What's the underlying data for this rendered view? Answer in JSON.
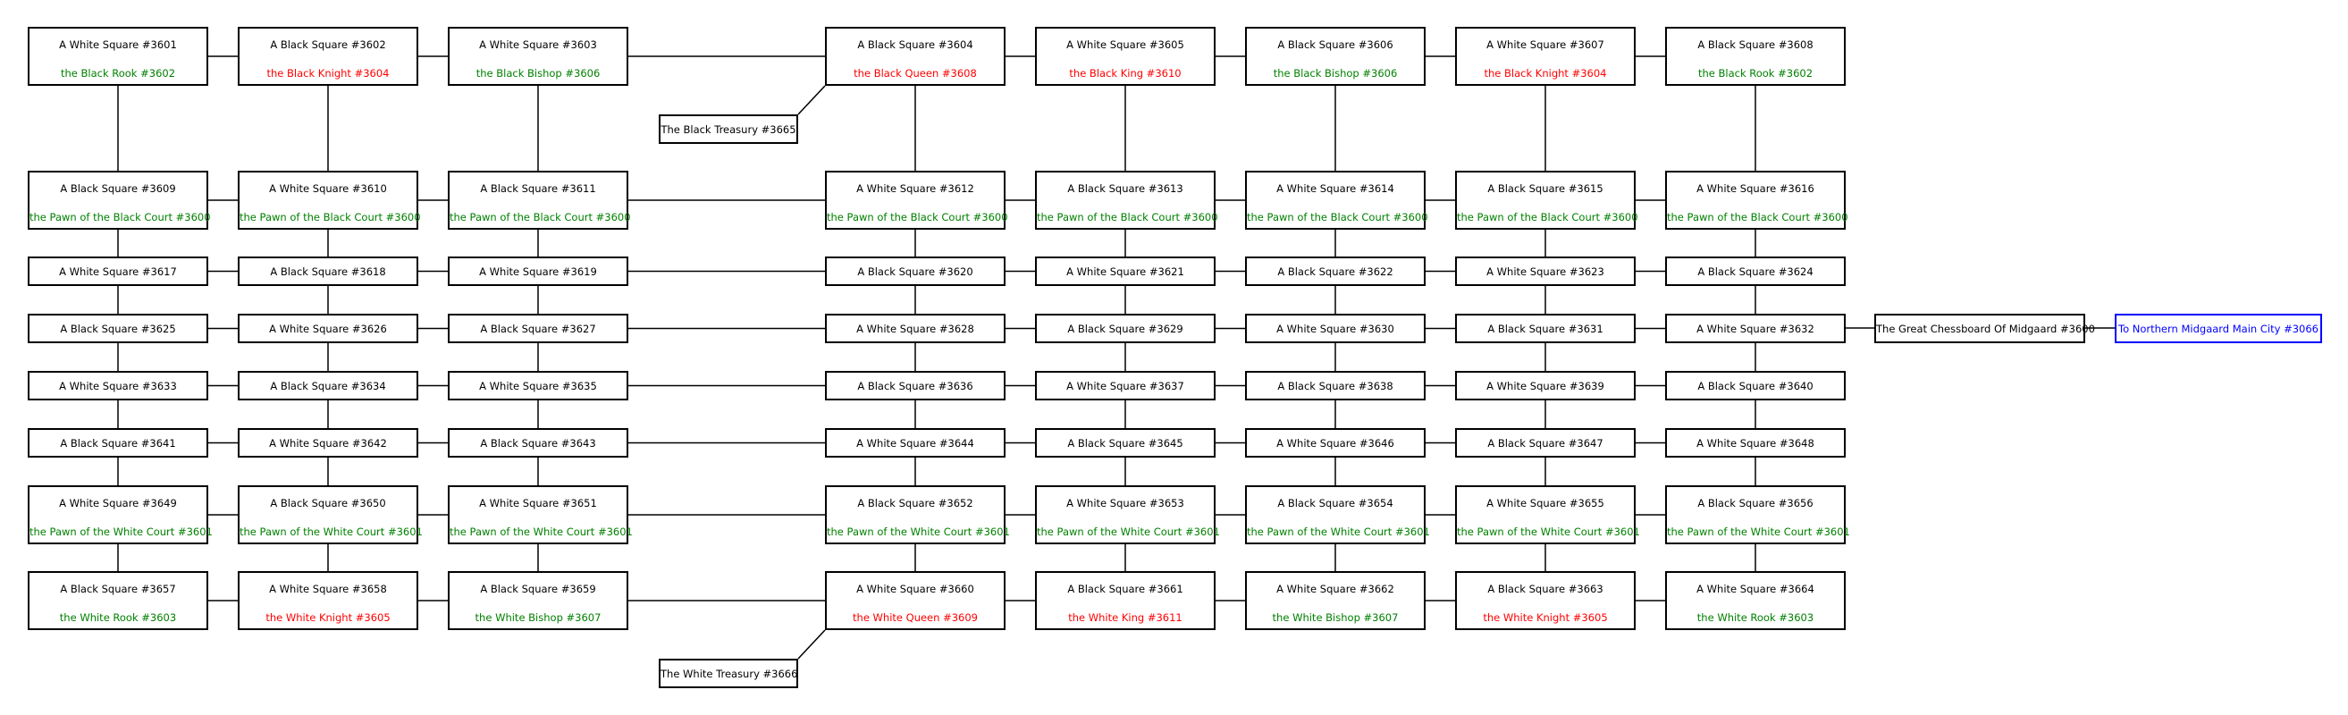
{
  "colors": {
    "green": "#008000",
    "red": "#ff0000",
    "link": "#0000ff",
    "line": "#000000"
  },
  "rows": [
    {
      "rooms": [
        {
          "name": "A White Square #3601",
          "occupant": "the Black Rook #3602",
          "occ_color": "green"
        },
        {
          "name": "A Black Square #3602",
          "occupant": "the Black Knight #3604",
          "occ_color": "red"
        },
        {
          "name": "A White Square #3603",
          "occupant": "the Black Bishop #3606",
          "occ_color": "green"
        },
        {
          "name": "A Black Square #3604",
          "occupant": "the Black Queen #3608",
          "occ_color": "red"
        },
        {
          "name": "A White Square #3605",
          "occupant": "the Black King #3610",
          "occ_color": "red"
        },
        {
          "name": "A Black Square #3606",
          "occupant": "the Black Bishop #3606",
          "occ_color": "green"
        },
        {
          "name": "A White Square #3607",
          "occupant": "the Black Knight #3604",
          "occ_color": "red"
        },
        {
          "name": "A Black Square #3608",
          "occupant": "the Black Rook #3602",
          "occ_color": "green"
        }
      ]
    },
    {
      "rooms": [
        {
          "name": "A Black Square #3609",
          "occupant": "the Pawn of the Black Court #3600",
          "occ_color": "green"
        },
        {
          "name": "A White Square #3610",
          "occupant": "the Pawn of the Black Court #3600",
          "occ_color": "green"
        },
        {
          "name": "A Black Square #3611",
          "occupant": "the Pawn of the Black Court #3600",
          "occ_color": "green"
        },
        {
          "name": "A White Square #3612",
          "occupant": "the Pawn of the Black Court #3600",
          "occ_color": "green"
        },
        {
          "name": "A Black Square #3613",
          "occupant": "the Pawn of the Black Court #3600",
          "occ_color": "green"
        },
        {
          "name": "A White Square #3614",
          "occupant": "the Pawn of the Black Court #3600",
          "occ_color": "green"
        },
        {
          "name": "A Black Square #3615",
          "occupant": "the Pawn of the Black Court #3600",
          "occ_color": "green"
        },
        {
          "name": "A White Square #3616",
          "occupant": "the Pawn of the Black Court #3600",
          "occ_color": "green"
        }
      ]
    },
    {
      "rooms": [
        {
          "name": "A White Square #3617"
        },
        {
          "name": "A Black Square #3618"
        },
        {
          "name": "A White Square #3619"
        },
        {
          "name": "A Black Square #3620"
        },
        {
          "name": "A White Square #3621"
        },
        {
          "name": "A Black Square #3622"
        },
        {
          "name": "A White Square #3623"
        },
        {
          "name": "A Black Square #3624"
        }
      ]
    },
    {
      "rooms": [
        {
          "name": "A Black Square #3625"
        },
        {
          "name": "A White Square #3626"
        },
        {
          "name": "A Black Square #3627"
        },
        {
          "name": "A White Square #3628"
        },
        {
          "name": "A Black Square #3629"
        },
        {
          "name": "A White Square #3630"
        },
        {
          "name": "A Black Square #3631"
        },
        {
          "name": "A White Square #3632"
        }
      ]
    },
    {
      "rooms": [
        {
          "name": "A White Square #3633"
        },
        {
          "name": "A Black Square #3634"
        },
        {
          "name": "A White Square #3635"
        },
        {
          "name": "A Black Square #3636"
        },
        {
          "name": "A White Square #3637"
        },
        {
          "name": "A Black Square #3638"
        },
        {
          "name": "A White Square #3639"
        },
        {
          "name": "A Black Square #3640"
        }
      ]
    },
    {
      "rooms": [
        {
          "name": "A Black Square #3641"
        },
        {
          "name": "A White Square #3642"
        },
        {
          "name": "A Black Square #3643"
        },
        {
          "name": "A White Square #3644"
        },
        {
          "name": "A Black Square #3645"
        },
        {
          "name": "A White Square #3646"
        },
        {
          "name": "A Black Square #3647"
        },
        {
          "name": "A White Square #3648"
        }
      ]
    },
    {
      "rooms": [
        {
          "name": "A White Square #3649",
          "occupant": "the Pawn of the White Court #3601",
          "occ_color": "green"
        },
        {
          "name": "A Black Square #3650",
          "occupant": "the Pawn of the White Court #3601",
          "occ_color": "green"
        },
        {
          "name": "A White Square #3651",
          "occupant": "the Pawn of the White Court #3601",
          "occ_color": "green"
        },
        {
          "name": "A Black Square #3652",
          "occupant": "the Pawn of the White Court #3601",
          "occ_color": "green"
        },
        {
          "name": "A White Square #3653",
          "occupant": "the Pawn of the White Court #3601",
          "occ_color": "green"
        },
        {
          "name": "A Black Square #3654",
          "occupant": "the Pawn of the White Court #3601",
          "occ_color": "green"
        },
        {
          "name": "A White Square #3655",
          "occupant": "the Pawn of the White Court #3601",
          "occ_color": "green"
        },
        {
          "name": "A Black Square #3656",
          "occupant": "the Pawn of the White Court #3601",
          "occ_color": "green"
        }
      ]
    },
    {
      "rooms": [
        {
          "name": "A Black Square #3657",
          "occupant": "the White Rook #3603",
          "occ_color": "green"
        },
        {
          "name": "A White Square #3658",
          "occupant": "the White Knight #3605",
          "occ_color": "red"
        },
        {
          "name": "A Black Square #3659",
          "occupant": "the White Bishop #3607",
          "occ_color": "green"
        },
        {
          "name": "A White Square #3660",
          "occupant": "the White Queen #3609",
          "occ_color": "red"
        },
        {
          "name": "A Black Square #3661",
          "occupant": "the White King #3611",
          "occ_color": "red"
        },
        {
          "name": "A White Square #3662",
          "occupant": "the White Bishop #3607",
          "occ_color": "green"
        },
        {
          "name": "A Black Square #3663",
          "occupant": "the White Knight #3605",
          "occ_color": "red"
        },
        {
          "name": "A White Square #3664",
          "occupant": "the White Rook #3603",
          "occ_color": "green"
        }
      ]
    }
  ],
  "treasuries": {
    "black": "The Black Treasury #3665",
    "white": "The White Treasury #3666"
  },
  "entrance": "The Great Chessboard Of Midgaard #3600",
  "exit_link": "To Northern Midgaard Main City #3066"
}
